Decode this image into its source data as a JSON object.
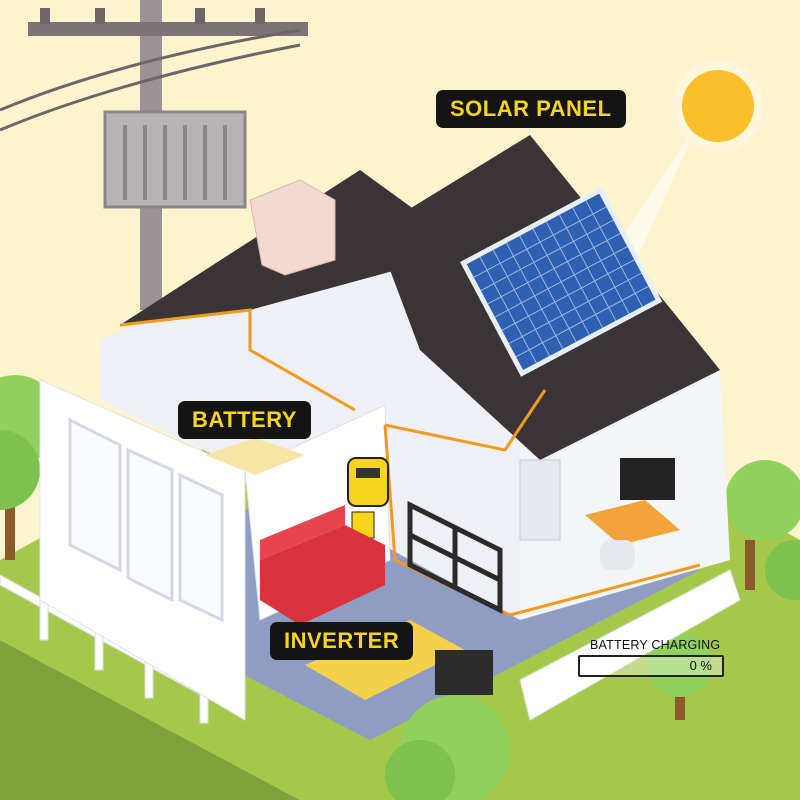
{
  "labels": {
    "solar_panel": "SOLAR PANEL",
    "battery": "BATTERY",
    "inverter": "INVERTER"
  },
  "battery_status": {
    "label": "BATTERY CHARGING",
    "value_text": "0 %",
    "percent": 0
  },
  "colors": {
    "background": "#fcf4cf",
    "label_bg": "#141414",
    "label_text": "#f7d51d",
    "wire": "#f39a1e",
    "roof": "#3b3437",
    "panel": "#2f5fb0",
    "grass": "#a6c84a"
  }
}
